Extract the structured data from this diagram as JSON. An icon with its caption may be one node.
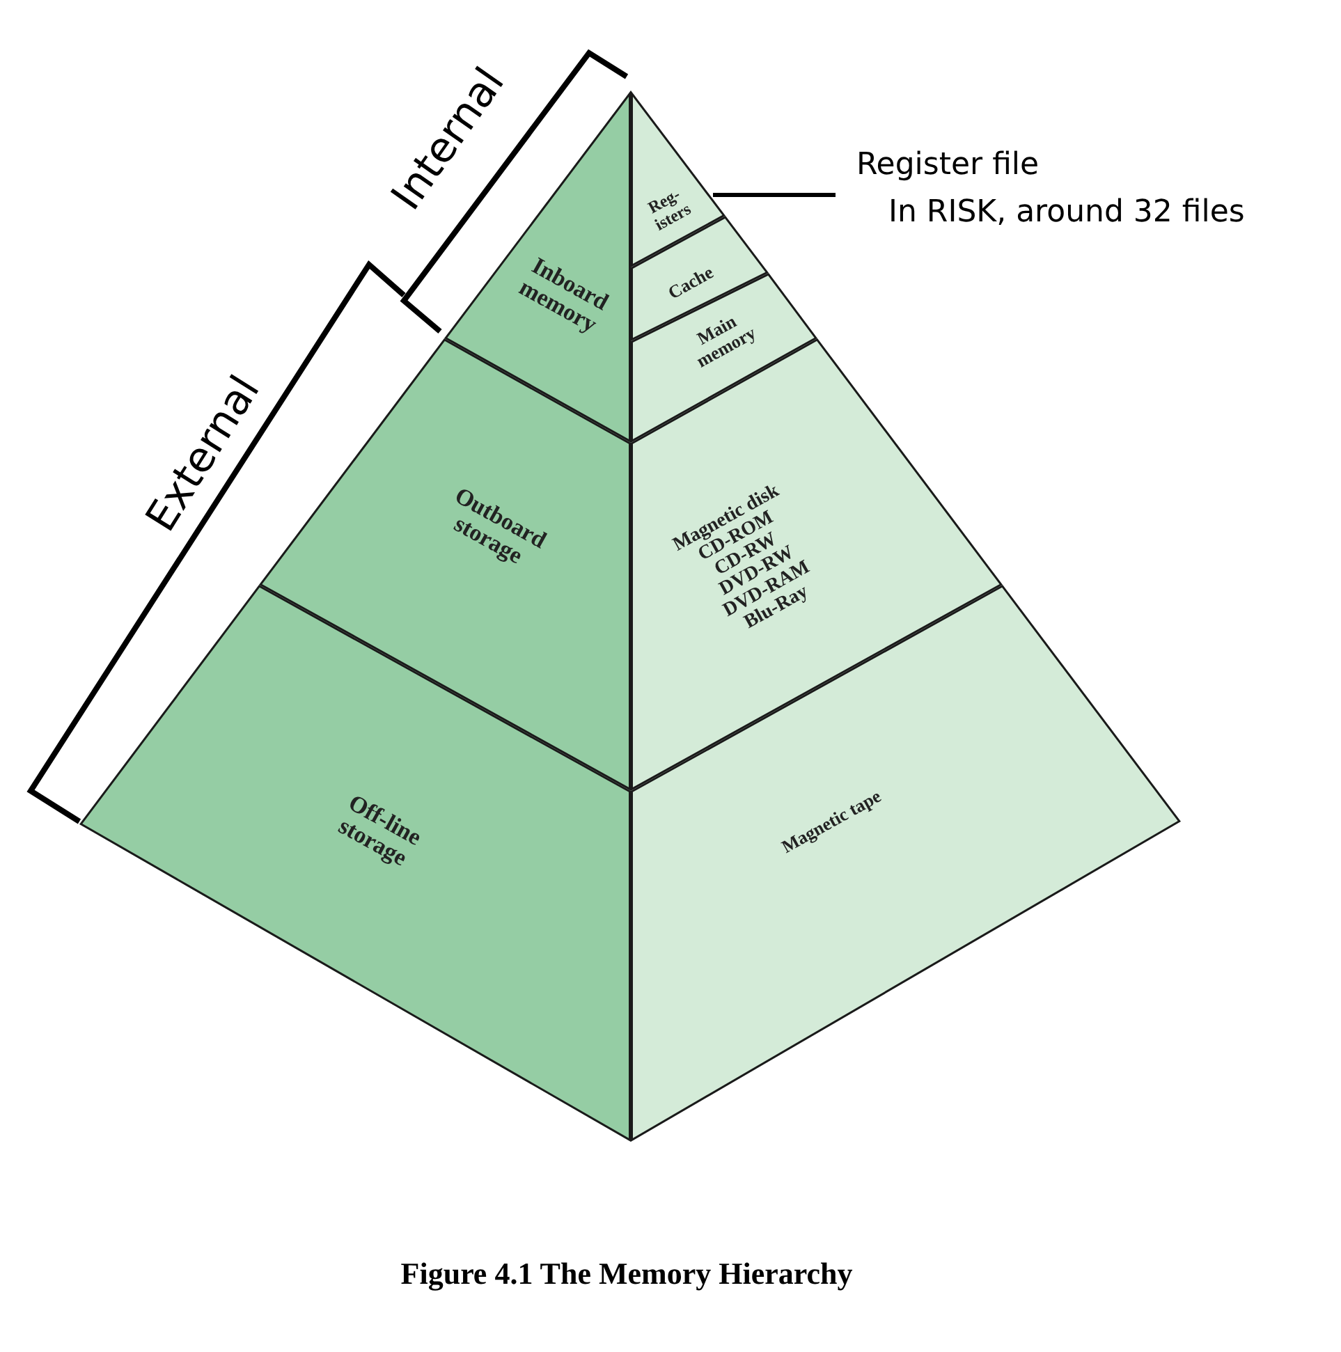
{
  "diagram": {
    "caption": "Figure 4.1 The Memory Hierarchy",
    "nodes": [
      {
        "text": [
          "Inboard memory"
        ]
      },
      {
        "text": [
          "Outboard storage"
        ]
      },
      {
        "text": [
          "Off-line storage"
        ]
      },
      {
        "text": [
          "Reg- isters"
        ]
      },
      {
        "text": [
          "Cache"
        ]
      },
      {
        "text": [
          "Main memory"
        ]
      },
      {
        "text": [
          "Magnetic disk",
          "CD-ROM",
          "CD-RW",
          "DVD-RW",
          "DVD-RAM",
          "Blu-Ray"
        ]
      },
      {
        "text": [
          "Magnetic tape"
        ]
      },
      {
        "text": [
          "Register file",
          "In RISK, around 32 files"
        ]
      }
    ],
    "edges": [
      {
        "from": 8,
        "to": 3,
        "arrow": "none"
      }
    ],
    "labels": [
      "Internal",
      "External"
    ]
  }
}
